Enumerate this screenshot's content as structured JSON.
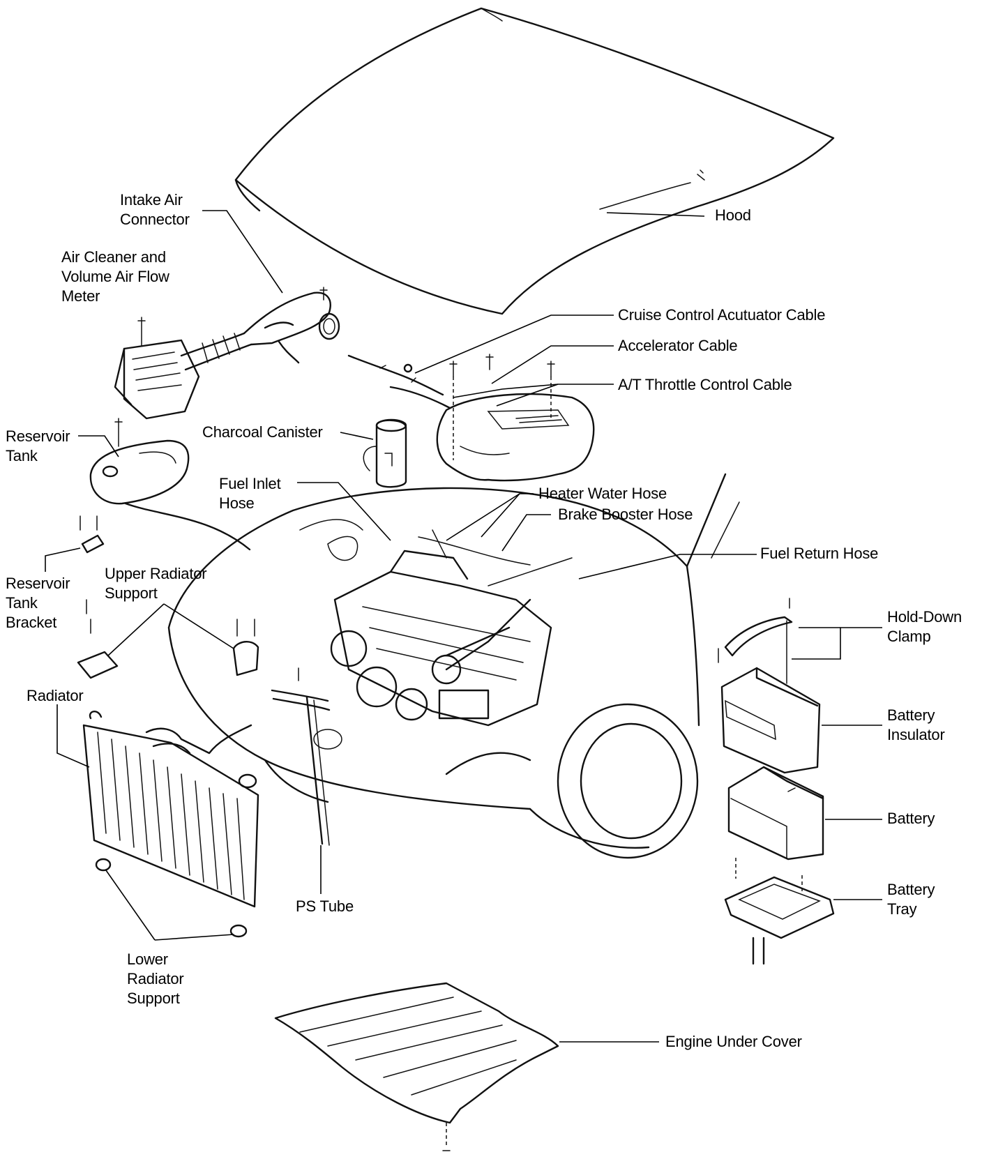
{
  "labels": {
    "hood": "Hood",
    "intake_air_connector": "Intake Air\nConnector",
    "air_cleaner": "Air Cleaner and\nVolume Air Flow\nMeter",
    "cruise_cable": "Cruise Control Acutuator Cable",
    "accelerator_cable": "Accelerator Cable",
    "at_throttle_cable": "A/T Throttle Control Cable",
    "charcoal_canister": "Charcoal Canister",
    "reservoir_tank": "Reservoir\nTank",
    "fuel_inlet_hose": "Fuel Inlet\nHose",
    "heater_water_hose": "Heater Water Hose",
    "brake_booster_hose": "Brake Booster Hose",
    "fuel_return_hose": "Fuel Return Hose",
    "reservoir_tank_bracket": "Reservoir\nTank\nBracket",
    "upper_radiator_support": "Upper Radiator\nSupport",
    "hold_down_clamp": "Hold-Down\nClamp",
    "radiator": "Radiator",
    "battery_insulator": "Battery\nInsulator",
    "battery": "Battery",
    "battery_tray": "Battery\nTray",
    "ps_tube": "PS Tube",
    "lower_radiator_support": "Lower\nRadiator\nSupport",
    "engine_under_cover": "Engine Under Cover"
  }
}
